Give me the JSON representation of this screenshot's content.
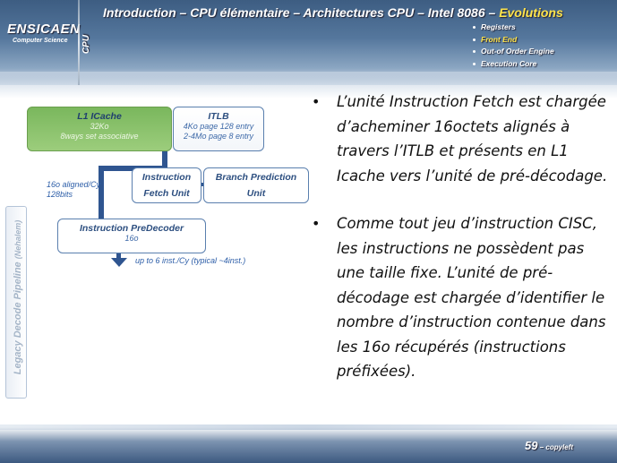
{
  "header": {
    "logo": "ENSICAEN",
    "logo_sub": "Computer Science",
    "section_label": "CPU",
    "title_plain": "Introduction – CPU élémentaire – Architectures CPU – Intel 8086 – ",
    "title_highlight": "Evolutions",
    "subnav": [
      {
        "label": "Registers",
        "active": false
      },
      {
        "label": "Front End",
        "active": true
      },
      {
        "label": "Out-of Order Engine",
        "active": false
      },
      {
        "label": "Execution Core",
        "active": false
      }
    ],
    "accent_color": "#ffe44a"
  },
  "sidebar": {
    "label": "Legacy Decode Pipeline",
    "label_small": "(Nehalem)"
  },
  "diagram": {
    "l1_icache": {
      "title": "L1 ICache",
      "line1": "32Ko",
      "line2": "8ways set associative"
    },
    "itlb": {
      "title": "ITLB",
      "line1": "4Ko page 128 entry",
      "line2": "2-4Mo page 8 entry"
    },
    "fetch_unit": {
      "title_line1": "Instruction",
      "title_line2": "Fetch Unit"
    },
    "branch_unit": {
      "title_line1": "Branch Prediction",
      "title_line2": "Unit"
    },
    "predecoder": {
      "title": "Instruction PreDecoder",
      "line1": "16o"
    },
    "label_aligned_1": "16o aligned/Cy",
    "label_aligned_2": "128bits",
    "label_output": "up to 6 inst./Cy (typical  ~4inst.)",
    "colors": {
      "green": "#7ab75d",
      "blue": "#2f5590"
    }
  },
  "content": {
    "bullet_symbol": "•",
    "bullets": [
      "L’unité Instruction Fetch est chargée d’acheminer 16octets alignés à travers l’ITLB et présents en L1 Icache vers l’unité de pré-décodage.",
      "Comme tout jeu d’instruction CISC, les instructions ne possèdent pas une taille fixe. L’unité de pré-décodage est chargée d’identifier le nombre d’instruction contenue dans les 16o récupérés (instructions préfixées)."
    ]
  },
  "footer": {
    "page_number": "59",
    "suffix": " – copyleft"
  }
}
